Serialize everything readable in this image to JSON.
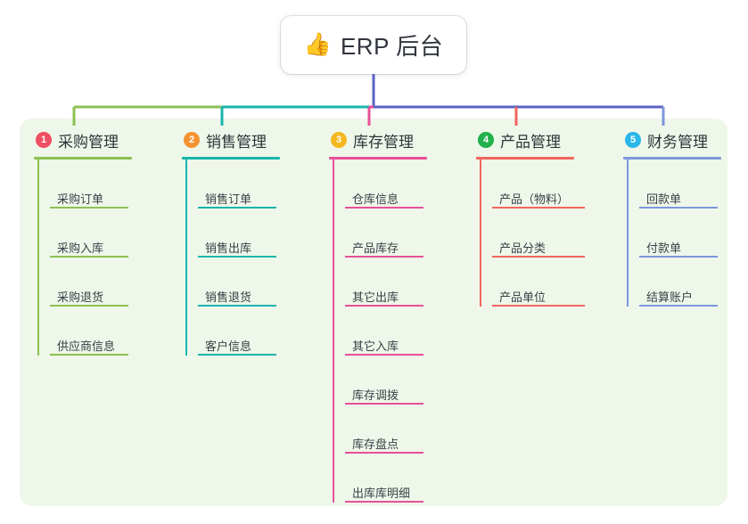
{
  "root": {
    "icon": "thumbs-up-icon",
    "emoji": "👍",
    "title": "ERP 后台"
  },
  "colors": {
    "panel_background": "#eef7e9",
    "page_background": "#ffffff",
    "root_text": "#30353d",
    "branch_text": "#2f333a",
    "leaf_text": "#3a3f47",
    "trunk": "#5b63c4"
  },
  "branches": [
    {
      "number": "1",
      "label": "采购管理",
      "line_color": "#8cc152",
      "badge_color": "#ef4f64",
      "items": [
        {
          "label": "采购订单"
        },
        {
          "label": "采购入库"
        },
        {
          "label": "采购退货"
        },
        {
          "label": "供应商信息"
        }
      ]
    },
    {
      "number": "2",
      "label": "销售管理",
      "line_color": "#19b5ad",
      "badge_color": "#f59331",
      "items": [
        {
          "label": "销售订单"
        },
        {
          "label": "销售出库"
        },
        {
          "label": "销售退货"
        },
        {
          "label": "客户信息"
        }
      ]
    },
    {
      "number": "3",
      "label": "库存管理",
      "line_color": "#e8509a",
      "badge_color": "#f5b820",
      "items": [
        {
          "label": "仓库信息"
        },
        {
          "label": "产品库存"
        },
        {
          "label": "其它出库"
        },
        {
          "label": "其它入库"
        },
        {
          "label": "库存调拨"
        },
        {
          "label": "库存盘点"
        },
        {
          "label": "出库库明细"
        }
      ]
    },
    {
      "number": "4",
      "label": "产品管理",
      "line_color": "#f2655f",
      "badge_color": "#22b14c",
      "items": [
        {
          "label": "产品（物料）"
        },
        {
          "label": "产品分类"
        },
        {
          "label": "产品单位"
        }
      ]
    },
    {
      "number": "5",
      "label": "财务管理",
      "line_color": "#7d97dd",
      "badge_color": "#29b6e8",
      "items": [
        {
          "label": "回款单"
        },
        {
          "label": "付款单"
        },
        {
          "label": "结算账户"
        }
      ]
    }
  ]
}
